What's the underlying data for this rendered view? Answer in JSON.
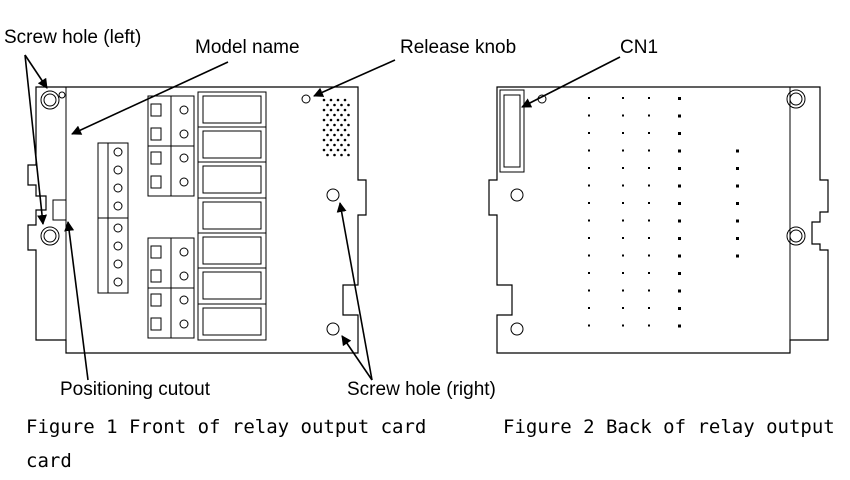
{
  "figure1": {
    "labels": {
      "screw_hole_left": "Screw hole (left)",
      "model_name": "Model name",
      "release_knob": "Release knob",
      "positioning_cutout": "Positioning cutout",
      "screw_hole_right": "Screw hole (right)"
    },
    "caption_line1": "Figure 1  Front of relay output card",
    "caption_line2": "card"
  },
  "figure2": {
    "labels": {
      "cn1": "CN1"
    },
    "caption": "Figure 2  Back of relay output"
  }
}
